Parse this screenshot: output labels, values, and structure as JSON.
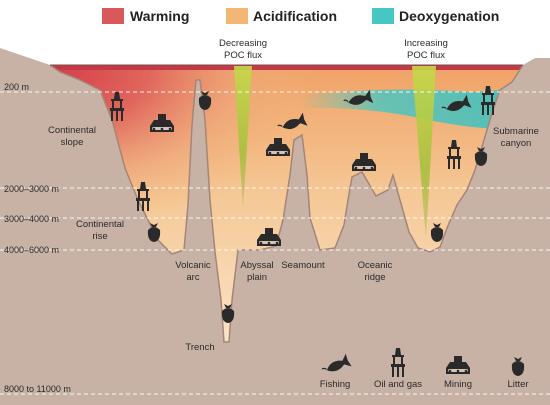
{
  "legend": [
    {
      "label": "Warming",
      "color": "#d9585a"
    },
    {
      "label": "Acidification",
      "color": "#f2b774"
    },
    {
      "label": "Deoxygenation",
      "color": "#47c6c2"
    }
  ],
  "flux": {
    "decreasing": [
      "Decreasing",
      "POC flux"
    ],
    "increasing": [
      "Increasing",
      "POC flux"
    ]
  },
  "depths": [
    "200 m",
    "2000–3000 m",
    "3000–4000 m",
    "4000–6000 m",
    "8000 to 11000 m"
  ],
  "features": {
    "continental_slope": [
      "Continental",
      "slope"
    ],
    "continental_rise": [
      "Continental",
      "rise"
    ],
    "volcanic_arc": [
      "Volcanic",
      "arc"
    ],
    "abyssal_plain": [
      "Abyssal",
      "plain"
    ],
    "seamount": "Seamount",
    "oceanic_ridge": [
      "Oceanic",
      "ridge"
    ],
    "submarine_canyon": [
      "Submarine",
      "canyon"
    ],
    "trench": "Trench"
  },
  "icon_legend": [
    "Fishing",
    "Oil and gas",
    "Mining",
    "Litter"
  ],
  "colors": {
    "seabed": "#c8b2a6",
    "seabed_line": "#9c7f72",
    "pale_water": "#fbe3c4"
  }
}
